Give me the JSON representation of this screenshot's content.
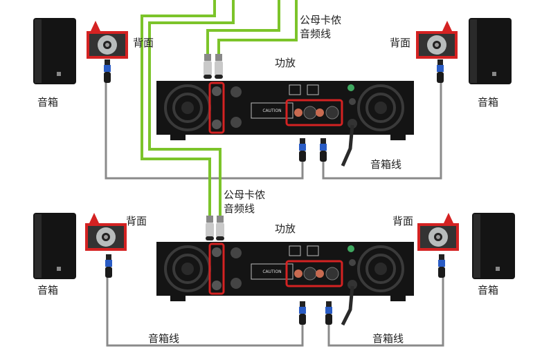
{
  "labels": {
    "speaker": "音箱",
    "back": "背面",
    "amplifier": "功放",
    "xlr_cable_line1": "公母卡侬",
    "xlr_cable_line2": "音频线",
    "speaker_cable": "音箱线"
  },
  "amp_panel_text": {
    "caution": "CAUTION"
  },
  "colors": {
    "audio_cable": "#7cc42a",
    "speaker_cable": "#8a8a8a",
    "highlight": "#d42222",
    "device": "#141414"
  }
}
